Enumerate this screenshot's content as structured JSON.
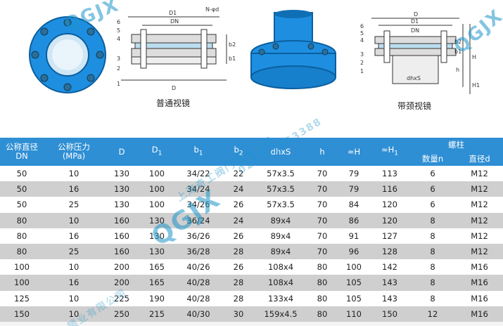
{
  "captions": {
    "left": "普通视镜",
    "right": "带颈视镜"
  },
  "drawing_labels": {
    "left": [
      "6",
      "5",
      "4",
      "3",
      "2",
      "1",
      "D1",
      "DN",
      "N-φd",
      "D",
      "b2",
      "b1"
    ],
    "right": [
      "6",
      "5",
      "4",
      "3",
      "2",
      "1",
      "D",
      "D1",
      "DN",
      "H",
      "H1",
      "h",
      "b1",
      "b2",
      "dhxS"
    ]
  },
  "watermarks": [
    "QGJX",
    "QGJX",
    "QGJX",
    "上海奇工阀门有限公司",
    "021-51863388",
    "锁业有限公司"
  ],
  "table": {
    "headers": {
      "dn": [
        "公称直径",
        "DN"
      ],
      "pn": [
        "公称压力",
        "(MPa)"
      ],
      "D": "D",
      "D1": "D",
      "D1_sub": "1",
      "b1": "b",
      "b1_sub": "1",
      "b2": "b",
      "b2_sub": "2",
      "dhxS": "dhxS",
      "h": "h",
      "H": "≈H",
      "H1": "≈H",
      "H1_sub": "1",
      "bolt": "螺柱",
      "bolt_qty": "数量n",
      "bolt_dia": "直径d"
    },
    "rows": [
      [
        "50",
        "10",
        "130",
        "100",
        "34/22",
        "22",
        "57x3.5",
        "70",
        "79",
        "113",
        "6",
        "M12"
      ],
      [
        "50",
        "16",
        "130",
        "100",
        "34/24",
        "24",
        "57x3.5",
        "70",
        "79",
        "116",
        "6",
        "M12"
      ],
      [
        "50",
        "25",
        "130",
        "100",
        "34/26",
        "26",
        "57x3.5",
        "70",
        "84",
        "120",
        "6",
        "M12"
      ],
      [
        "80",
        "10",
        "160",
        "130",
        "36/24",
        "24",
        "89x4",
        "70",
        "86",
        "120",
        "8",
        "M12"
      ],
      [
        "80",
        "16",
        "160",
        "130",
        "36/26",
        "26",
        "89x4",
        "70",
        "91",
        "127",
        "8",
        "M12"
      ],
      [
        "80",
        "25",
        "160",
        "130",
        "36/28",
        "28",
        "89x4",
        "70",
        "96",
        "128",
        "8",
        "M12"
      ],
      [
        "100",
        "10",
        "200",
        "165",
        "40/26",
        "26",
        "108x4",
        "80",
        "100",
        "142",
        "8",
        "M16"
      ],
      [
        "100",
        "16",
        "200",
        "165",
        "40/28",
        "28",
        "108x4",
        "80",
        "105",
        "143",
        "8",
        "M16"
      ],
      [
        "125",
        "10",
        "225",
        "190",
        "40/28",
        "28",
        "133x4",
        "80",
        "105",
        "143",
        "8",
        "M16"
      ],
      [
        "150",
        "10",
        "250",
        "215",
        "40/30",
        "30",
        "159x4.5",
        "80",
        "110",
        "150",
        "12",
        "M16"
      ]
    ]
  },
  "colors": {
    "header_bg": "#2f8fd4",
    "row_alt": "#cfcfcf",
    "flange_blue": "#1e8fe0",
    "watermark": "#1e96c8"
  }
}
